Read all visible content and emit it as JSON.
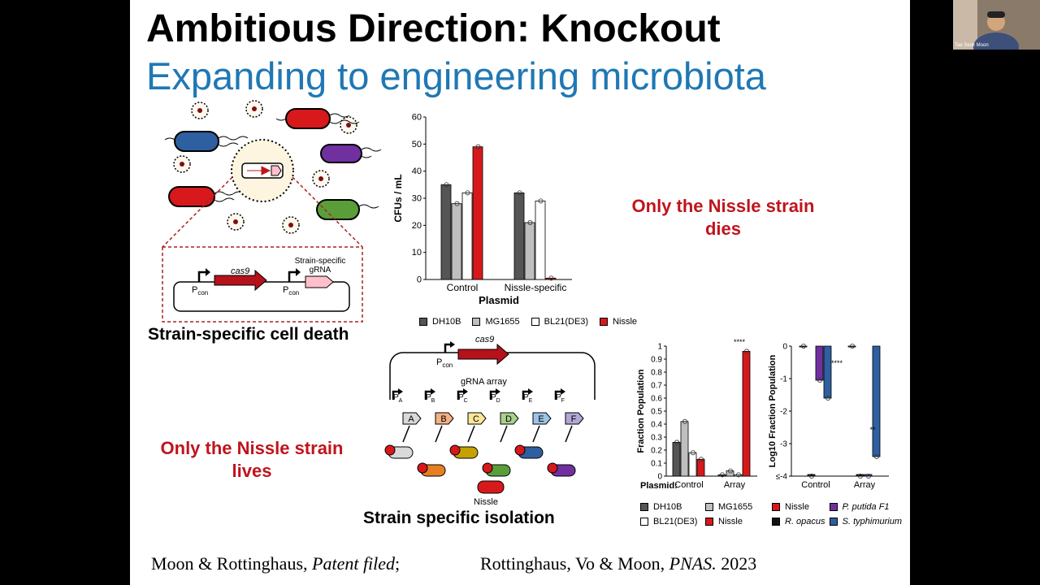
{
  "title": "Ambitious Direction: Knockout",
  "subtitle": "Expanding to engineering microbiota",
  "video": {
    "participant_name": "Tae Seok Moon"
  },
  "left_diagram": {
    "cas9_label": "cas9",
    "grna_label_line1": "Strain-specific",
    "grna_label_line2": "gRNA",
    "promoter_label": "P",
    "promoter_sub": "con",
    "caption": "Strain-specific cell death"
  },
  "right_note_top": [
    "Only the Nissle strain",
    "dies"
  ],
  "left_note_bottom": [
    "Only the Nissle strain",
    "lives"
  ],
  "bottom_diagram": {
    "cas9_label": "cas9",
    "promoter_label": "P",
    "promoter_sub": "con",
    "array_label": "gRNA array",
    "promoters": [
      {
        "p": "P",
        "sub": "A",
        "letter": "A"
      },
      {
        "p": "P",
        "sub": "B",
        "letter": "B"
      },
      {
        "p": "P",
        "sub": "C",
        "letter": "C"
      },
      {
        "p": "P",
        "sub": "D",
        "letter": "D"
      },
      {
        "p": "P",
        "sub": "E",
        "letter": "E"
      },
      {
        "p": "P",
        "sub": "F",
        "letter": "F"
      }
    ],
    "nissle_label": "Nissle",
    "caption": "Strain specific isolation"
  },
  "citations": {
    "left_authors": "Moon & Rottinghaus, ",
    "left_italic": "Patent filed",
    "left_suffix": ";",
    "right_authors": "Rottinghaus, Vo & Moon, ",
    "right_italic": "PNAS.",
    "right_year": " 2023"
  },
  "colors": {
    "dh10b": "#555555",
    "mg1655": "#bfbfbf",
    "bl21": "#ffffff",
    "nissle": "#d7191c",
    "putida": "#7030a0",
    "opacus": "#111111",
    "typhimurium": "#2e5fa0"
  },
  "chart_data": [
    {
      "type": "bar",
      "ylabel": "CFUs / mL",
      "xlabel": "Plasmid",
      "ylim": [
        0,
        60
      ],
      "yticks": [
        "0",
        "10",
        "20",
        "30",
        "40",
        "50",
        "60"
      ],
      "categories": [
        "Control",
        "Nissle-specific"
      ],
      "series": [
        {
          "name": "DH10B",
          "values": [
            35,
            32
          ]
        },
        {
          "name": "MG1655",
          "values": [
            28,
            21
          ]
        },
        {
          "name": "BL21(DE3)",
          "values": [
            32,
            29
          ]
        },
        {
          "name": "Nissle",
          "values": [
            49,
            0.5
          ]
        }
      ]
    },
    {
      "type": "bar",
      "ylabel": "Fraction Population",
      "xlabel": "Plasmid:",
      "ylim": [
        0,
        1
      ],
      "yticks": [
        "0",
        "0.1",
        "0.2",
        "0.3",
        "0.4",
        "0.5",
        "0.6",
        "0.7",
        "0.8",
        "0.9",
        "1"
      ],
      "categories": [
        "Control",
        "Array"
      ],
      "annotation": "****",
      "series": [
        {
          "name": "DH10B",
          "values": [
            0.26,
            0.01
          ]
        },
        {
          "name": "MG1655",
          "values": [
            0.42,
            0.04
          ]
        },
        {
          "name": "BL21(DE3)",
          "values": [
            0.18,
            0.01
          ]
        },
        {
          "name": "Nissle",
          "values": [
            0.13,
            0.96
          ]
        }
      ]
    },
    {
      "type": "bar",
      "ylabel": "Log10 Fraction Population",
      "xlabel": "",
      "ylim": [
        -4,
        0
      ],
      "yticks": [
        "≤-4",
        "-3",
        "-2",
        "-1",
        "0"
      ],
      "categories": [
        "Control",
        "Array"
      ],
      "annotation": "****",
      "annotation_small": "**",
      "series": [
        {
          "name": "Nissle",
          "values": [
            0,
            0
          ]
        },
        {
          "name": "R. opacus",
          "values": [
            -4,
            -4
          ]
        },
        {
          "name": "P. putida F1",
          "values": [
            -1.05,
            -4
          ]
        },
        {
          "name": "S. typhimurium",
          "values": [
            -1.6,
            -3.4
          ]
        }
      ]
    }
  ]
}
